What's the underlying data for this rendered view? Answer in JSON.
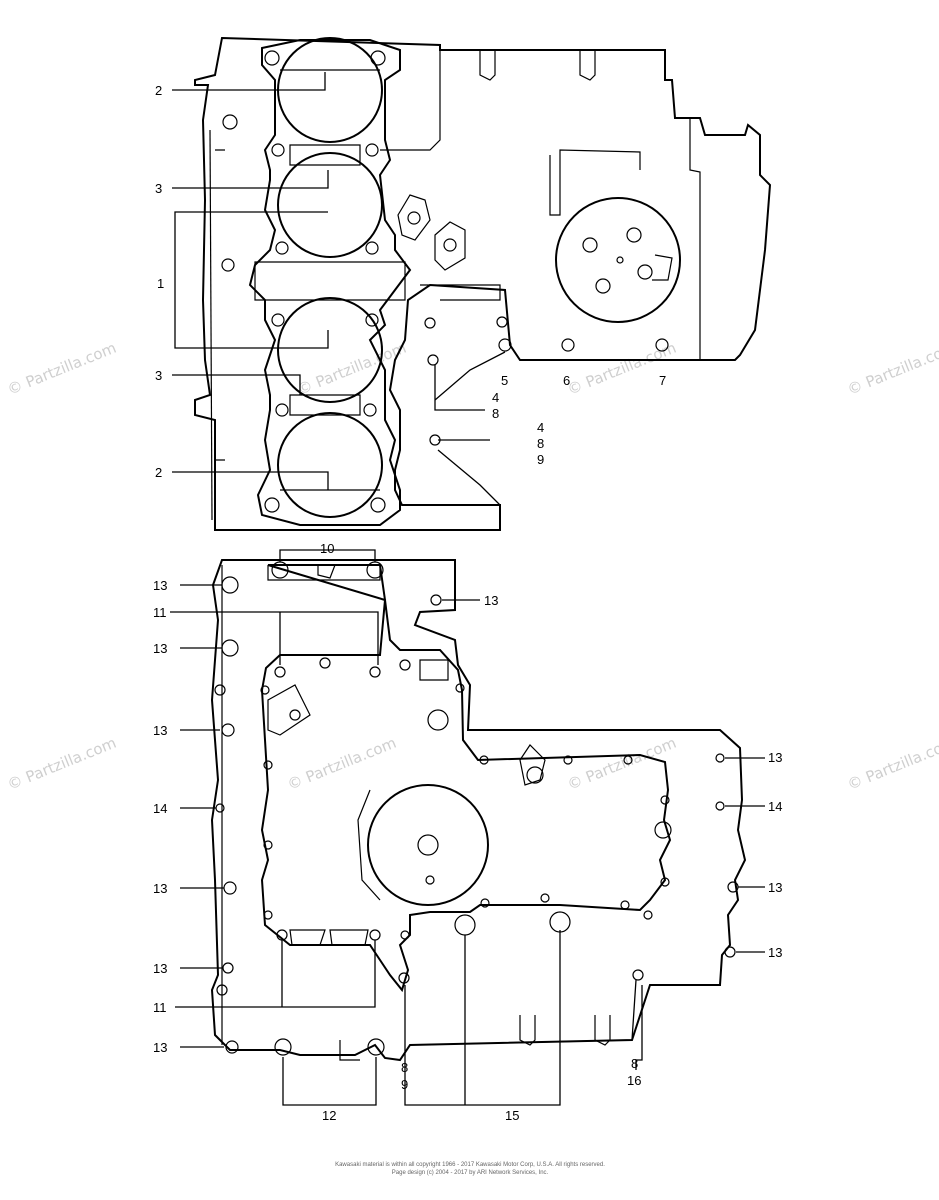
{
  "watermark": "© Partzilla.com",
  "callouts_top": [
    "2",
    "3",
    "1",
    "3",
    "2",
    "5",
    "6",
    "7",
    "4",
    "8",
    "4",
    "8",
    "9"
  ],
  "callouts_bottom": [
    "10",
    "13",
    "13",
    "11",
    "13",
    "13",
    "14",
    "13",
    "13",
    "11",
    "13",
    "12",
    "13",
    "14",
    "13",
    "13",
    "8",
    "16",
    "8",
    "9",
    "15"
  ],
  "copyright": {
    "line1": "Kawasaki material is within all copyright 1966 - 2017 Kawasaki Motor Corp, U.S.A. All rights reserved.",
    "line2": "Page design (c) 2004 - 2017 by ARI Network Services, Inc."
  }
}
